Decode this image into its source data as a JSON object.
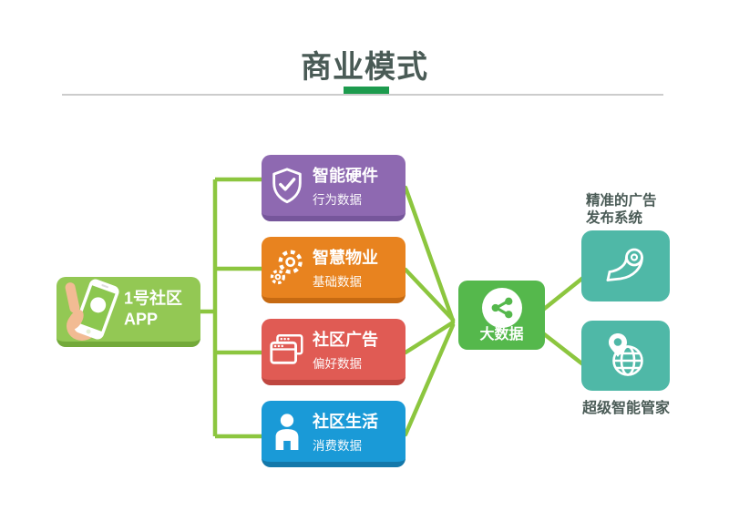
{
  "header": {
    "title": "商业模式",
    "title_color": "#4a5b56",
    "accent_color": "#1d9b4e",
    "divider_color": "#cccccc"
  },
  "connector_color": "#8cc63f",
  "source": {
    "line1": "1号社区",
    "line2": "APP",
    "icon": "hand-holding-phone-icon",
    "bg_color": "#93c854",
    "edge_color": "#73a93a"
  },
  "data_boxes": [
    {
      "title": "智能硬件",
      "subtitle": "行为数据",
      "icon": "shield-check-icon",
      "bg_color": "#8e69b1",
      "edge_color": "#76569b"
    },
    {
      "title": "智慧物业",
      "subtitle": "基础数据",
      "icon": "gears-icon",
      "bg_color": "#e8831f",
      "edge_color": "#c66a12"
    },
    {
      "title": "社区广告",
      "subtitle": "偏好数据",
      "icon": "browser-windows-icon",
      "bg_color": "#e05b54",
      "edge_color": "#bf4740"
    },
    {
      "title": "社区生活",
      "subtitle": "消费数据",
      "icon": "person-icon",
      "bg_color": "#1a9ad7",
      "edge_color": "#1478aa"
    }
  ],
  "big_data": {
    "label": "大数据",
    "icon": "share-icon",
    "bg_color": "#55b84c"
  },
  "outputs": [
    {
      "label_line1": "精准的广告",
      "label_line2": "发布系统",
      "icon": "paper-roll-icon",
      "bg_color": "#4fb8a7"
    },
    {
      "label": "超级智能管家",
      "icon": "globe-pin-icon",
      "bg_color": "#4fb8a7"
    }
  ]
}
